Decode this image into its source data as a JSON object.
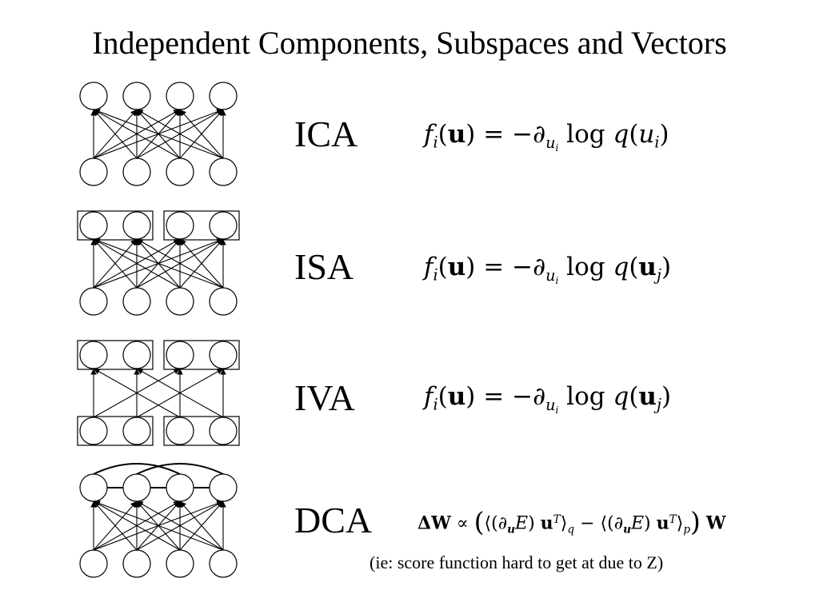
{
  "title": "Independent Components, Subspaces and Vectors",
  "rows": [
    {
      "label": "ICA",
      "diagram": {
        "connections": "all-to-all",
        "top_groups": false,
        "bottom_groups": false,
        "lateral_links": false
      }
    },
    {
      "label": "ISA",
      "diagram": {
        "connections": "all-to-all",
        "top_groups": true,
        "bottom_groups": false,
        "lateral_links": false
      }
    },
    {
      "label": "IVA",
      "diagram": {
        "connections": "within-vector",
        "top_groups": true,
        "bottom_groups": true,
        "lateral_links": false
      }
    },
    {
      "label": "DCA",
      "diagram": {
        "connections": "all-to-all",
        "top_groups": false,
        "bottom_groups": false,
        "lateral_links": true
      }
    }
  ],
  "formulas": {
    "f": "f",
    "i": "i",
    "u": "u",
    "eq": "=",
    "minus": "−",
    "partial": "∂",
    "log": "log",
    "q": "q",
    "j": "j",
    "delta_w": "ΔW",
    "propto": "∝",
    "E": "E",
    "T": "T",
    "p": "p",
    "W": "W"
  },
  "note": "(ie: score function hard to get at due to Z)"
}
